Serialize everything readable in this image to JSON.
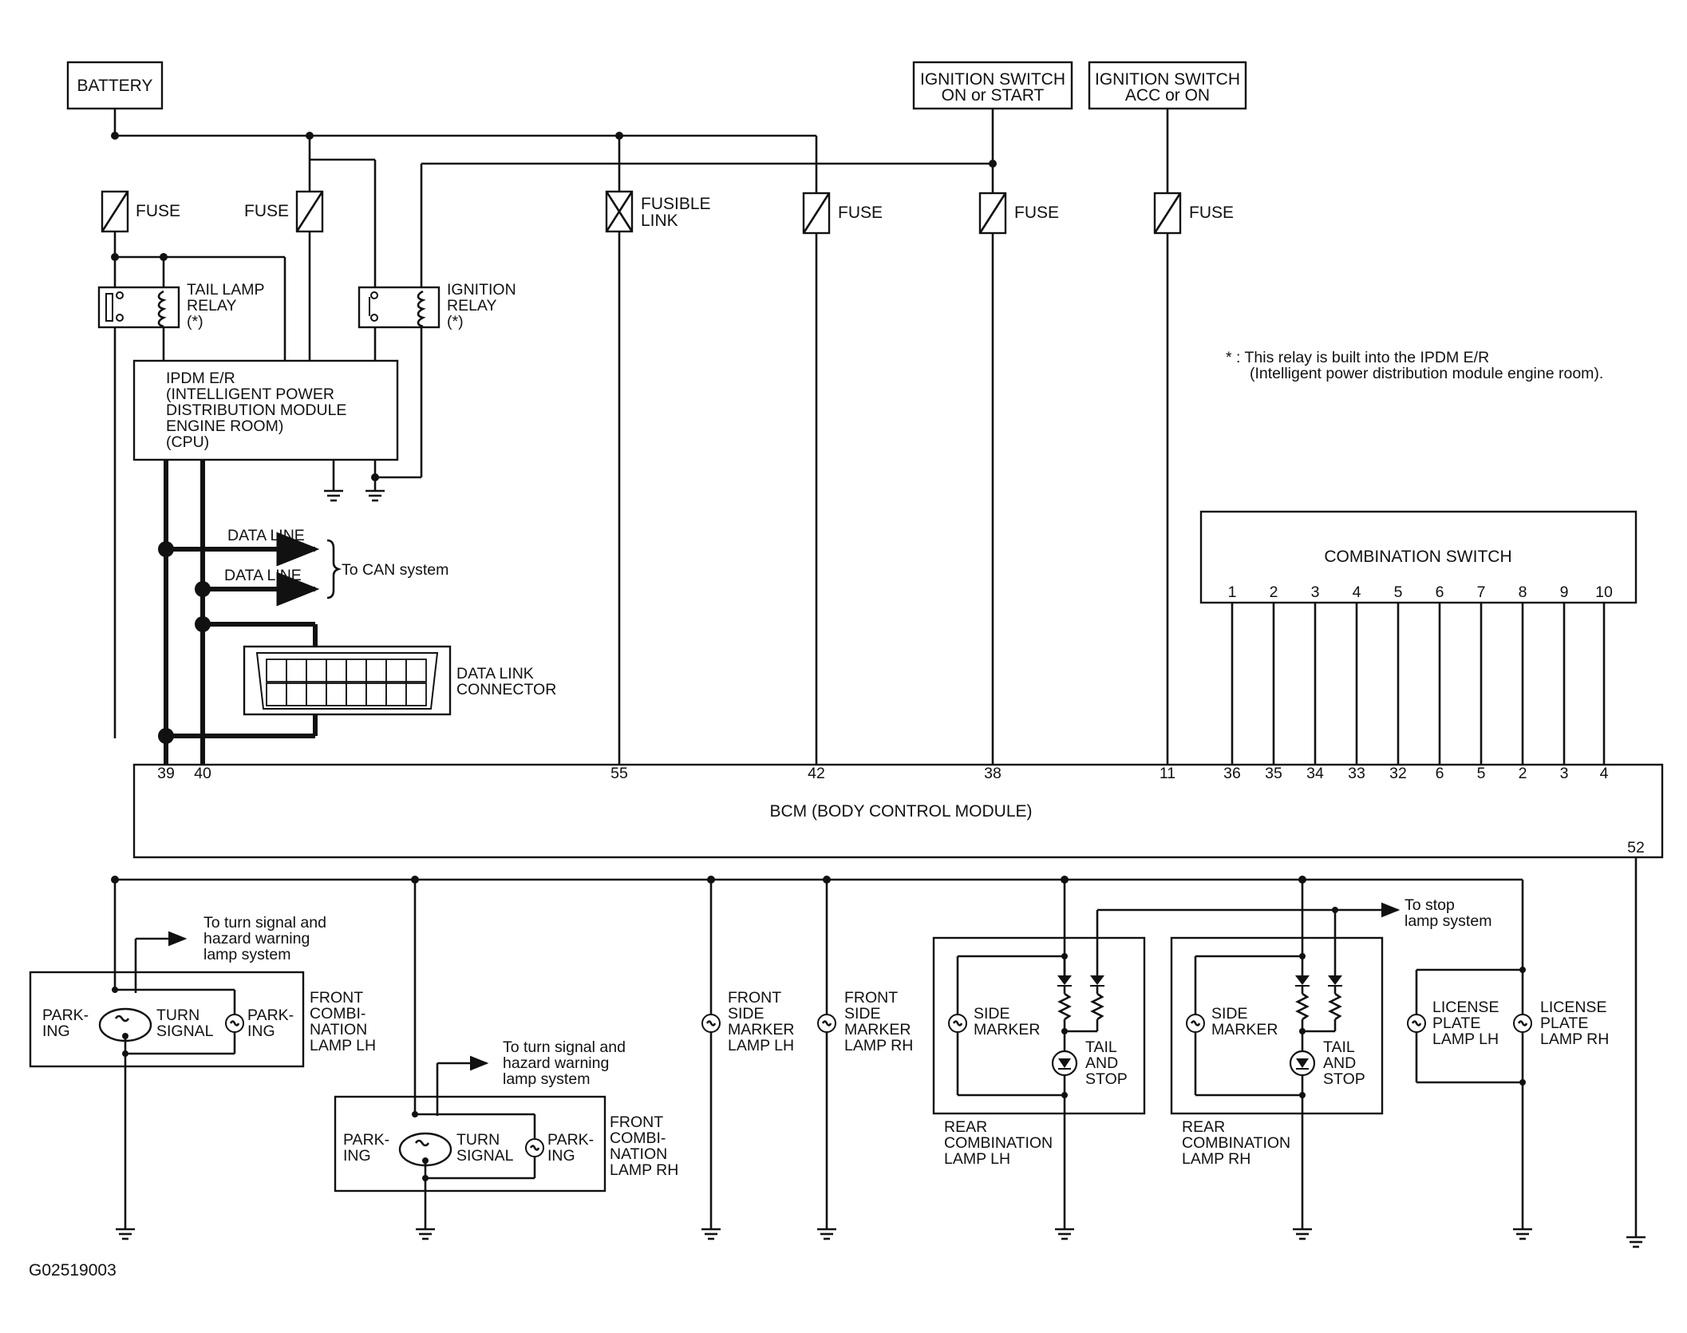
{
  "power": {
    "battery": "BATTERY",
    "ign_on_start": [
      "IGNITION SWITCH",
      "ON or START"
    ],
    "ign_acc_on": [
      "IGNITION SWITCH",
      "ACC or ON"
    ]
  },
  "fuses": {
    "fuse": "FUSE",
    "fusible_link": [
      "FUSIBLE",
      "LINK"
    ]
  },
  "relays": {
    "tail_lamp": [
      "TAIL LAMP",
      "RELAY",
      "(*)"
    ],
    "ignition": [
      "IGNITION",
      "RELAY",
      "(*)"
    ]
  },
  "note": [
    "* : This relay is built into the IPDM E/R",
    "(Intelligent power distribution module engine room)."
  ],
  "ipdm": [
    "IPDM E/R",
    "(INTELLIGENT POWER",
    " DISTRIBUTION MODULE",
    " ENGINE ROOM)",
    "(CPU)"
  ],
  "can": {
    "data_line": "DATA LINE",
    "to_can": "To CAN system"
  },
  "dlc": [
    "DATA LINK",
    "CONNECTOR"
  ],
  "combination_switch": {
    "title": "COMBINATION SWITCH",
    "pins": [
      "1",
      "2",
      "3",
      "4",
      "5",
      "6",
      "7",
      "8",
      "9",
      "10"
    ]
  },
  "bcm": {
    "title": "BCM (BODY CONTROL MODULE)",
    "left_pins": [
      "39",
      "40"
    ],
    "pins": [
      "55",
      "42",
      "38",
      "11",
      "36",
      "35",
      "34",
      "33",
      "32",
      "6",
      "5",
      "2",
      "3",
      "4"
    ],
    "ground_pin": "52"
  },
  "front_combi": {
    "parking": [
      "PARK-",
      "ING"
    ],
    "turn_signal": [
      "TURN",
      "SIGNAL"
    ],
    "to_turn": [
      "To turn signal and",
      "hazard warning",
      "lamp system"
    ],
    "lh": [
      "FRONT",
      "COMBI-",
      "NATION",
      "LAMP LH"
    ],
    "rh": [
      "FRONT",
      "COMBI-",
      "NATION",
      "LAMP RH"
    ]
  },
  "side_marker": {
    "lh": [
      "FRONT",
      "SIDE",
      "MARKER",
      "LAMP LH"
    ],
    "rh": [
      "FRONT",
      "SIDE",
      "MARKER",
      "LAMP RH"
    ]
  },
  "rear_combi": {
    "side_marker": [
      "SIDE",
      "MARKER"
    ],
    "tail_stop": [
      "TAIL",
      "AND",
      "STOP"
    ],
    "to_stop": [
      "To stop",
      "lamp system"
    ],
    "lh": [
      "REAR",
      "COMBINATION",
      "LAMP LH"
    ],
    "rh": [
      "REAR",
      "COMBINATION",
      "LAMP RH"
    ]
  },
  "license": {
    "lh": [
      "LICENSE",
      "PLATE",
      "LAMP LH"
    ],
    "rh": [
      "LICENSE",
      "PLATE",
      "LAMP RH"
    ]
  },
  "figure_id": "G02519003"
}
